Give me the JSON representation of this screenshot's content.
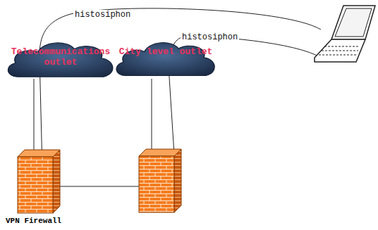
{
  "diagram": {
    "nodes": [
      {
        "text": [
          "Telecommunications outlet"
        ]
      },
      {
        "text": [
          "City level outlet"
        ]
      },
      {
        "text": [
          "VPN Firewall"
        ]
      }
    ],
    "edges": [
      {
        "from": 0,
        "to": 2,
        "arrow": "none"
      }
    ],
    "labels": [
      "histosiphon",
      "histosiphon"
    ]
  }
}
